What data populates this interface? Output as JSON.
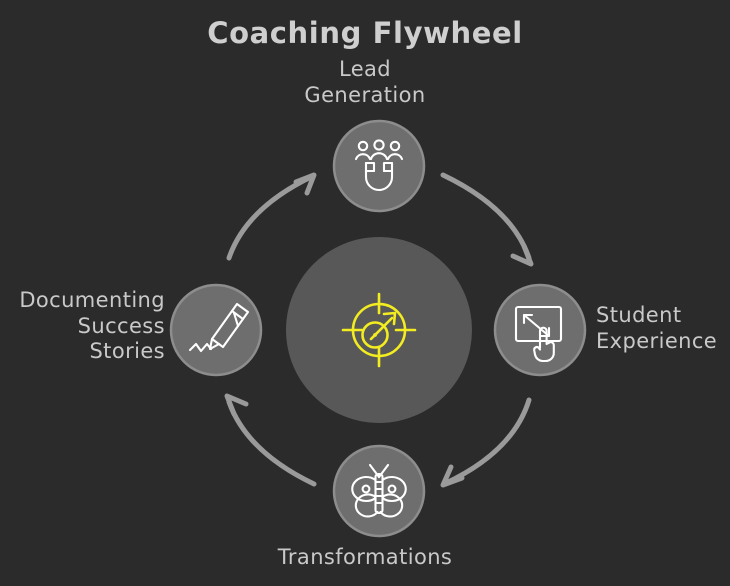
{
  "diagram": {
    "title": "Coaching Flywheel",
    "type": "cycle-flywheel",
    "direction": "clockwise",
    "background_color": "#2b2b2b",
    "text_color": "#c9c9c9",
    "node_fill_color": "#6e6e6e",
    "node_ring_color": "#8e8e8e",
    "hub_fill_color": "#585858",
    "arrow_color": "#9a9a9a",
    "accent_color": "#f2ec21"
  },
  "hub": {
    "icon": "target-arrow-icon",
    "icon_color": "#f2ec21",
    "label": ""
  },
  "nodes": [
    {
      "id": "lead-generation",
      "label": "Lead\nGeneration",
      "icon": "magnet-people-icon",
      "position": "top"
    },
    {
      "id": "student-experience",
      "label": "Student\nExperience",
      "icon": "screen-resize-hand-icon",
      "position": "right"
    },
    {
      "id": "transformations",
      "label": "Transformations",
      "icon": "butterfly-icon",
      "position": "bottom"
    },
    {
      "id": "documenting-success-stories",
      "label": "Documenting\nSuccess\nStories",
      "icon": "pen-writing-icon",
      "position": "left"
    }
  ],
  "arrows": [
    {
      "id": "arrow-lead-to-student",
      "from": "lead-generation",
      "to": "student-experience"
    },
    {
      "id": "arrow-student-to-transformations",
      "from": "student-experience",
      "to": "transformations"
    },
    {
      "id": "arrow-transformations-to-documenting",
      "from": "transformations",
      "to": "documenting-success-stories"
    },
    {
      "id": "arrow-documenting-to-lead",
      "from": "documenting-success-stories",
      "to": "lead-generation"
    }
  ]
}
